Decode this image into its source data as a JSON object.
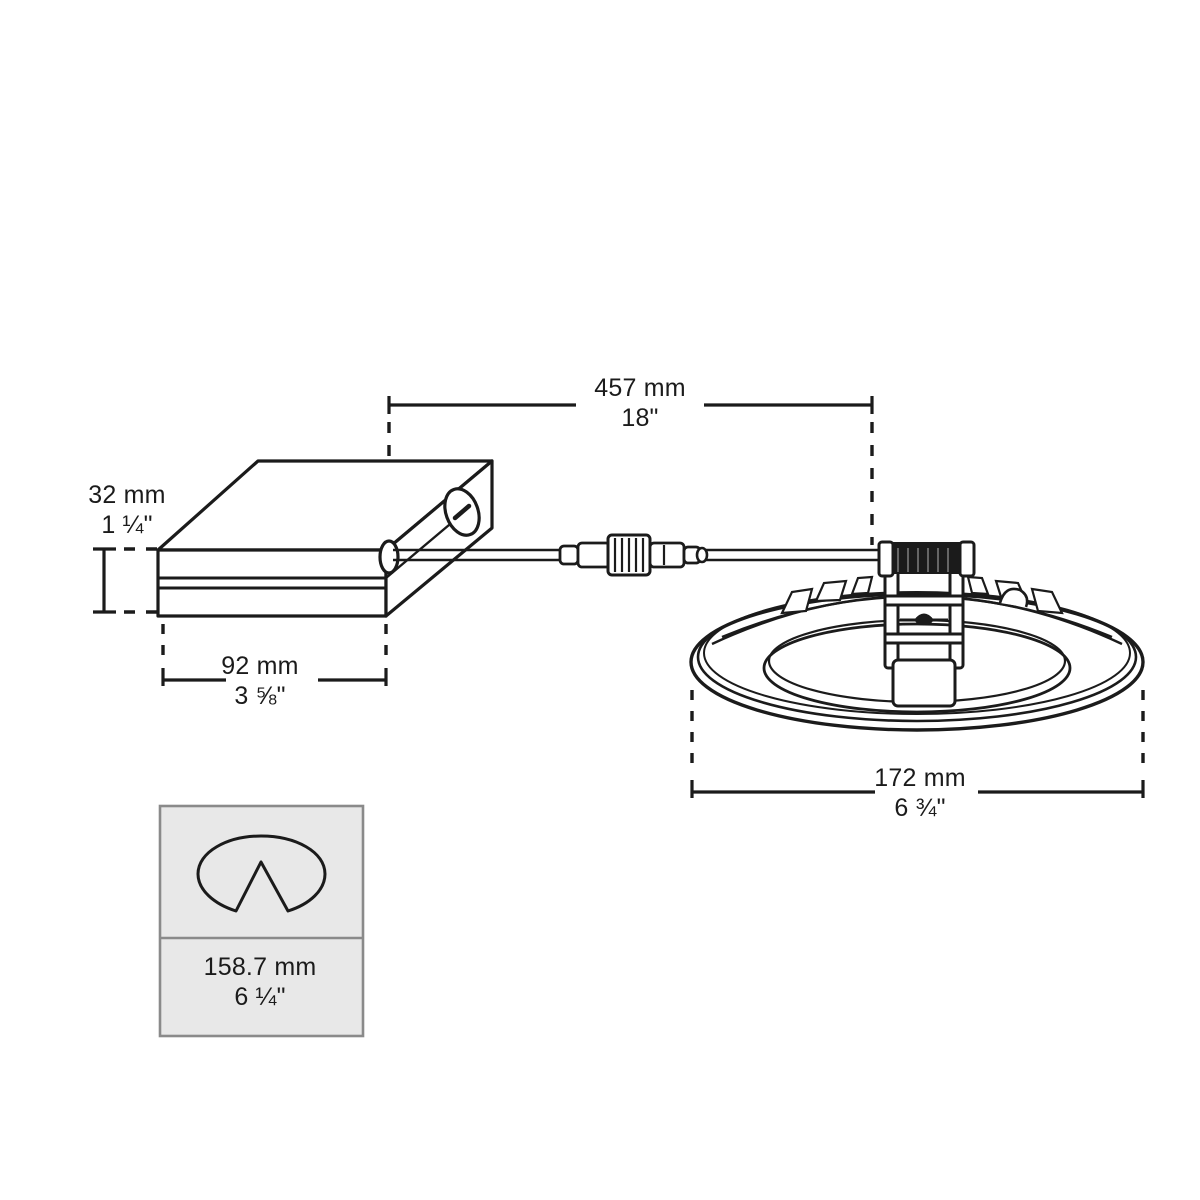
{
  "drawing": {
    "title": "Recessed LED Downlight Dimensional Drawing",
    "background_color": "#ffffff",
    "line_color": "#1b1b1b",
    "panel_fill_color": "#e8e8e8",
    "panel_border_color": "#8a8a8a"
  },
  "dimensions": {
    "cable_length": {
      "metric": "457 mm",
      "imperial": "18\"",
      "describes": "junction-box-to-fixture cable length"
    },
    "junction_box_height": {
      "metric": "32 mm",
      "imperial": "1 ¼\"",
      "describes": "junction box height"
    },
    "junction_box_depth": {
      "metric": "92 mm",
      "imperial": "3 ⅝\"",
      "describes": "junction box width"
    },
    "fixture_diameter": {
      "metric": "172 mm",
      "imperial": "6 ¾\"",
      "describes": "downlight trim outer diameter"
    }
  },
  "cutout_panel": {
    "label": "ceiling-cutout-detail",
    "metric": "158.7 mm",
    "imperial": "6 ¼\"",
    "shape": "hole-saw-cutout-icon"
  },
  "components": {
    "junction_box": "junction-box",
    "knockout": "knockout-hole",
    "cable": "supply-cable",
    "connector": "quick-connect-coupler",
    "fixture": "recessed-downlight",
    "driver_housing": "driver-housing",
    "spring_clips": "mounting-spring-clips"
  }
}
